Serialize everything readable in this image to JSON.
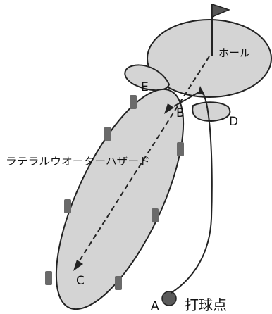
{
  "labels": {
    "hole": "ホール",
    "hazard": "ラテラルウオーターハザード",
    "tee": "打球点",
    "a": "A",
    "b": "B",
    "c": "C",
    "d": "D",
    "e": "E"
  },
  "colors": {
    "area_fill": "#d4d4d4",
    "outline": "#222222",
    "stake": "#6a6a6a",
    "ball": "#5a5a5a"
  }
}
